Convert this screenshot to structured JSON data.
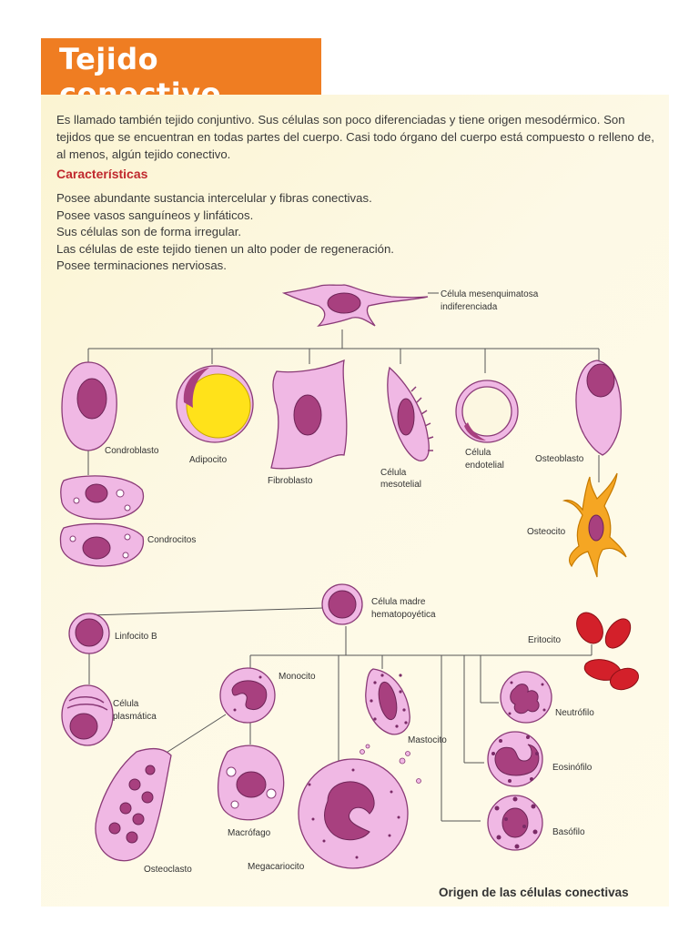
{
  "header": {
    "title": "Tejido conectivo"
  },
  "intro": {
    "paragraph": "Es llamado también tejido conjuntivo. Sus células son poco diferenciadas y tiene origen mesodérmico. Son tejidos que se encuentran en todas partes del cuerpo. Casi todo órgano del cuerpo está compuesto o relleno de, al menos, algún tejido conectivo."
  },
  "characteristics": {
    "heading": "Características",
    "items": [
      "Posee abundante sustancia intercelular y fibras conectivas.",
      "Posee vasos sanguíneos y linfáticos.",
      "Sus células son de forma irregular.",
      "Las células de este tejido tienen un alto poder de regeneración.",
      "Posee terminaciones nerviosas."
    ]
  },
  "diagram": {
    "caption": "Origen de las células conectivas",
    "labels": {
      "mesenquimatosa_1": "Célula mesenquimatosa",
      "mesenquimatosa_2": "indiferenciada",
      "condroblasto": "Condroblasto",
      "adipocito": "Adipocito",
      "fibroblasto": "Fibroblasto",
      "mesotelial_1": "Célula",
      "mesotelial_2": "mesotelial",
      "endotelial_1": "Célula",
      "endotelial_2": "endotelial",
      "osteoblasto": "Osteoblasto",
      "condrocitos": "Condrocitos",
      "osteocito": "Osteocito",
      "madre_1": "Célula madre",
      "madre_2": "hematopoyética",
      "linfocito": "Linfocito B",
      "eritocito": "Eritocito",
      "plasmatica_1": "Célula",
      "plasmatica_2": "plasmática",
      "monocito": "Monocito",
      "mastocito": "Mastocito",
      "neutrofilo": "Neutrófilo",
      "eosinofilo": "Eosinófilo",
      "basofilo": "Basófilo",
      "macrofago": "Macrófago",
      "osteoclasto": "Osteoclasto",
      "megacariocito": "Megacariocito"
    },
    "colors": {
      "cytoplasm": "#f0b8e4",
      "nucleus": "#a8407f",
      "outline": "#8a3a77",
      "fat": "#ffe21a",
      "osteocyte": "#f5a623",
      "erythrocyte": "#d3202a",
      "line": "#555555"
    }
  }
}
